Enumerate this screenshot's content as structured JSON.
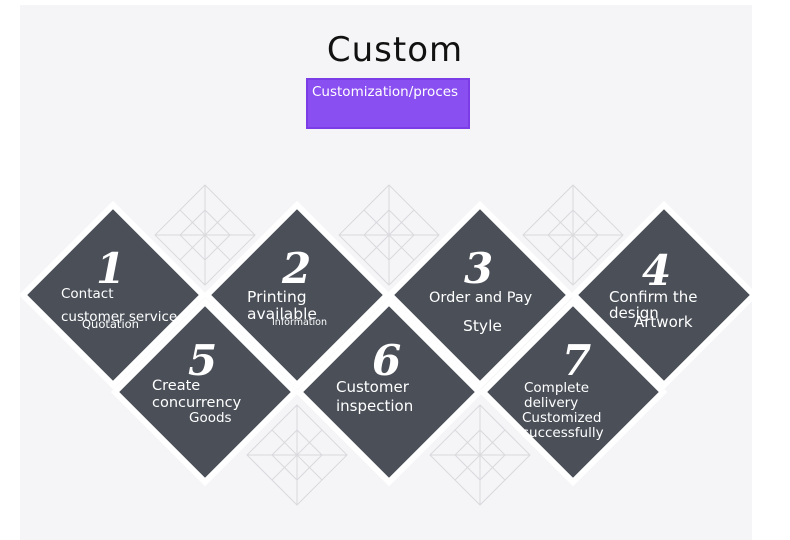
{
  "title": "Custom",
  "subtitle": "Customization/proces",
  "colors": {
    "tile": "#4a4f58",
    "accent": "#8a4ff0",
    "outline": "#d9d9de"
  },
  "steps": [
    {
      "number": "1",
      "lines": [
        "Contact",
        "customer service",
        "Quotation"
      ]
    },
    {
      "number": "2",
      "lines": [
        "Printing",
        "available",
        "Information"
      ]
    },
    {
      "number": "3",
      "lines": [
        "Order and Pay",
        "Style"
      ]
    },
    {
      "number": "4",
      "lines": [
        "Confirm the",
        "design",
        "Artwork"
      ]
    },
    {
      "number": "5",
      "lines": [
        "Create",
        "concurrency",
        "Goods"
      ]
    },
    {
      "number": "6",
      "lines": [
        "Customer",
        "inspection"
      ]
    },
    {
      "number": "7",
      "lines": [
        "Complete",
        "delivery",
        "Customized",
        "successfully"
      ]
    }
  ]
}
